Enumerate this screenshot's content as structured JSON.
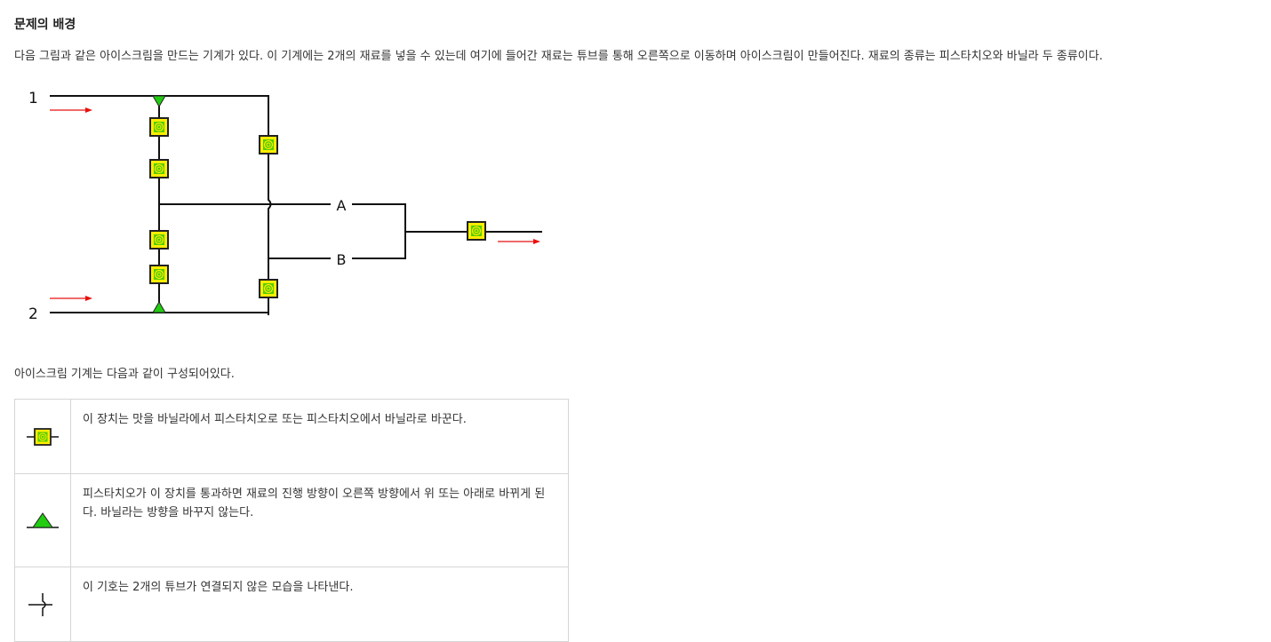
{
  "section": {
    "title": "문제의 배경",
    "intro": "다음 그림과 같은 아이스크림을 만드는 기계가 있다. 이 기계에는 2개의 재료를 넣을 수 있는데 여기에 들어간 재료는 튜브를 통해 오른쪽으로 이동하며 아이스크림이 만들어진다. 재료의 종류는 피스타치오와 바닐라 두 종류이다.",
    "composition": "아이스크림 기계는 다음과 같이 구성되어있다."
  },
  "diagram": {
    "input_labels": [
      "1",
      "2"
    ],
    "tube_labels": [
      "A",
      "B"
    ],
    "colors": {
      "switcher_fill": "#ffee00",
      "switcher_core": "#55cc00",
      "switcher_stroke": "#222222",
      "redirector_fill": "#22cc11",
      "arrow": "#e81010",
      "tube": "#111111"
    }
  },
  "legend": [
    {
      "icon": "flavor-switcher-icon",
      "text": "이 장치는 맛을 바닐라에서 피스타치오로 또는 피스타치오에서 바닐라로 바꾼다."
    },
    {
      "icon": "redirector-triangle-icon",
      "text": "피스타치오가 이 장치를 통과하면 재료의 진행 방향이 오른쪽 방향에서 위 또는 아래로 바뀌게 된다. 바닐라는 방향을 바꾸지 않는다."
    },
    {
      "icon": "tube-crossing-icon",
      "text": "이 기호는 2개의 튜브가 연결되지 않은 모습을 나타낸다."
    }
  ]
}
